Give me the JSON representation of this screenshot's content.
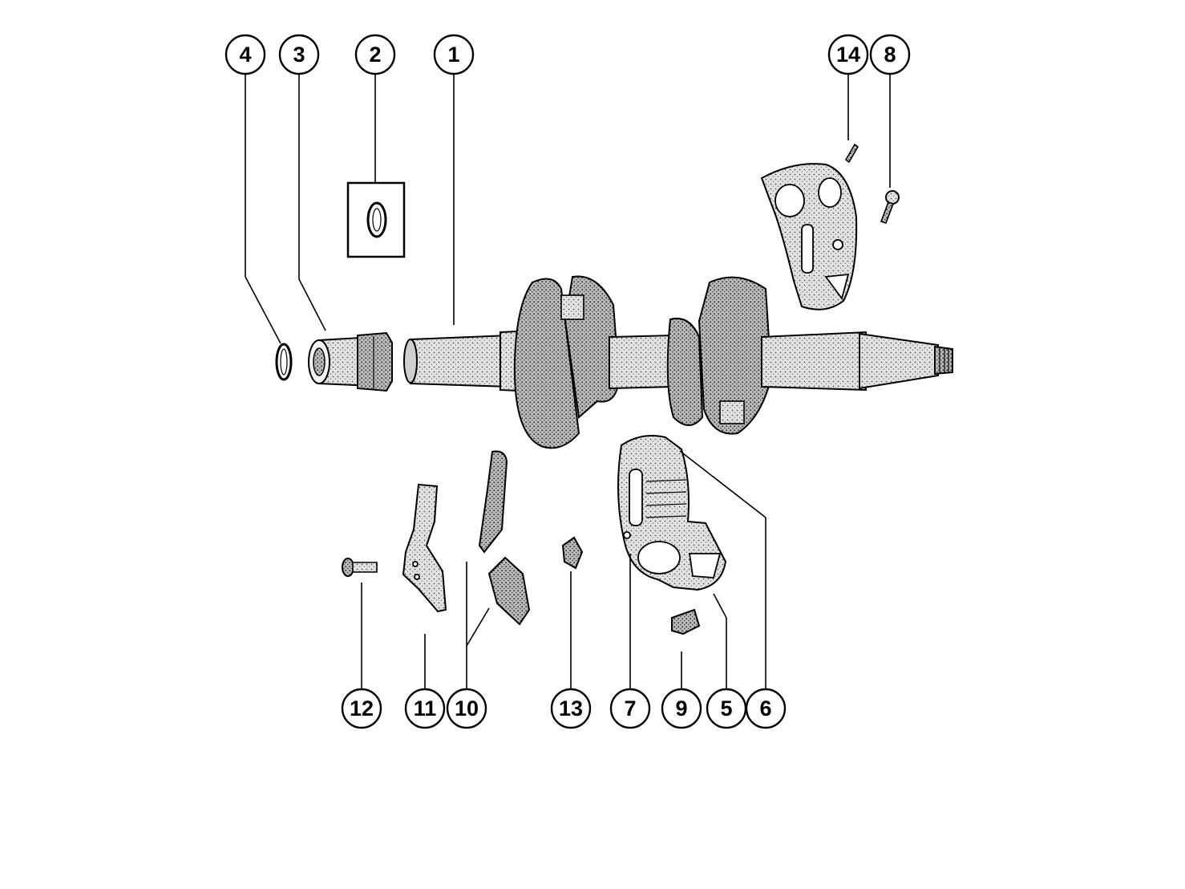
{
  "callouts": [
    {
      "id": "c4",
      "label": "4"
    },
    {
      "id": "c3",
      "label": "3"
    },
    {
      "id": "c2",
      "label": "2"
    },
    {
      "id": "c1",
      "label": "1"
    },
    {
      "id": "c14",
      "label": "14"
    },
    {
      "id": "c8",
      "label": "8"
    },
    {
      "id": "c12",
      "label": "12"
    },
    {
      "id": "c11",
      "label": "11"
    },
    {
      "id": "c10",
      "label": "10"
    },
    {
      "id": "c13",
      "label": "13"
    },
    {
      "id": "c7",
      "label": "7"
    },
    {
      "id": "c9",
      "label": "9"
    },
    {
      "id": "c5",
      "label": "5"
    },
    {
      "id": "c6",
      "label": "6"
    }
  ]
}
